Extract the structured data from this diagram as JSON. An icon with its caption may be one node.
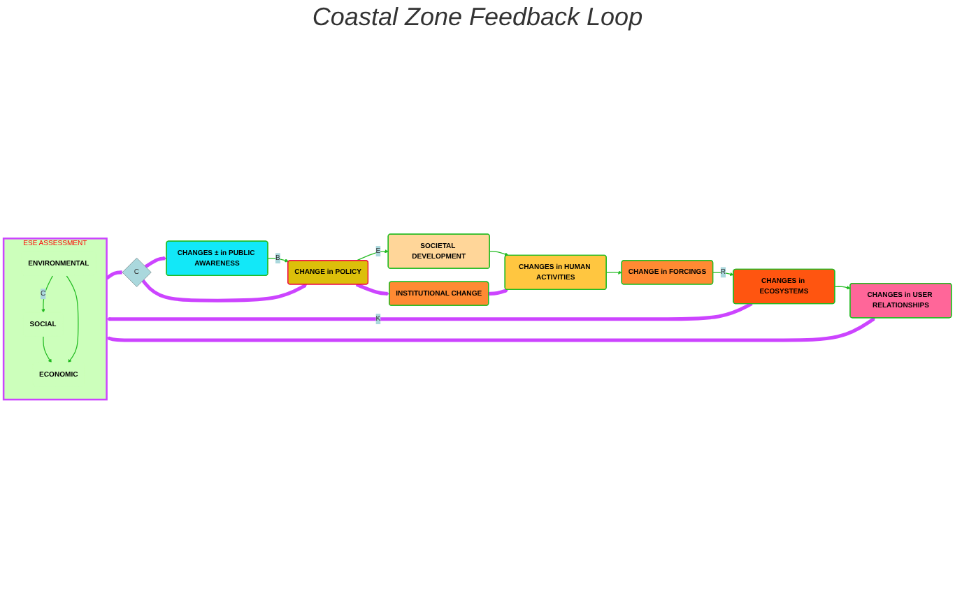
{
  "diagram": {
    "title": "Coastal Zone Feedback Loop",
    "nodes": [
      {
        "text": [
          "SOCIETAL DEVELOPMENT"
        ]
      },
      {
        "text": [
          "CHANGE in POLICY"
        ]
      },
      {
        "text": [
          "CHANGES ± in PUBLIC AWARENESS"
        ]
      },
      {
        "text": [
          "INSTITUTIONAL CHANGE"
        ]
      },
      {
        "text": [
          "CHANGES in HUMAN ACTIVITIES"
        ]
      },
      {
        "text": [
          "C"
        ]
      },
      {
        "text": [
          "ESE ASSESSMENT"
        ]
      },
      {
        "text": [
          "ECONOMIC"
        ],
        "in": 6
      },
      {
        "text": [
          "SOCIAL"
        ],
        "in": 6
      },
      {
        "text": [
          "ENVIRONMENTAL"
        ],
        "in": 6
      },
      {
        "text": [
          "CHANGE in FORCINGS"
        ]
      },
      {
        "text": [
          "CHANGES in ECOSYSTEMS"
        ]
      },
      {
        "text": [
          "CHANGES in USER RELATIONSHIPS"
        ]
      }
    ],
    "edges": [
      {
        "from": 2,
        "to": 1,
        "arrow": "to",
        "label": "B"
      },
      {
        "from": 1,
        "to": 0,
        "arrow": "to",
        "label": "E"
      },
      {
        "from": 1,
        "to": 3,
        "arrow": "to",
        "style": "thick",
        "color": "#cc44ff"
      },
      {
        "from": 0,
        "to": 4,
        "arrow": "to"
      },
      {
        "from": 3,
        "to": 4,
        "arrow": "to",
        "style": "thick",
        "color": "#cc44ff"
      },
      {
        "from": 4,
        "to": 10,
        "arrow": "to"
      },
      {
        "from": 10,
        "to": 11,
        "arrow": "to",
        "label": "R"
      },
      {
        "from": 11,
        "to": 12,
        "arrow": "to"
      },
      {
        "from": 11,
        "to": 6,
        "arrow": "to",
        "label": "K",
        "style": "thick",
        "color": "#cc44ff"
      },
      {
        "from": 12,
        "to": 6,
        "arrow": "both",
        "style": "thick",
        "color": "#cc44ff"
      },
      {
        "from": 6,
        "to": 5,
        "arrow": "none",
        "style": "thick",
        "color": "#cc44ff"
      },
      {
        "from": 5,
        "to": 1,
        "arrow": "to",
        "style": "thick",
        "color": "#cc44ff"
      },
      {
        "from": 5,
        "to": 2,
        "arrow": "to",
        "style": "thick",
        "color": "#cc44ff"
      },
      {
        "from": 8,
        "to": 7,
        "arrow": "to"
      },
      {
        "from": 9,
        "to": 7,
        "arrow": "to"
      },
      {
        "from": 9,
        "to": 8,
        "arrow": "to",
        "label": "C"
      }
    ]
  }
}
